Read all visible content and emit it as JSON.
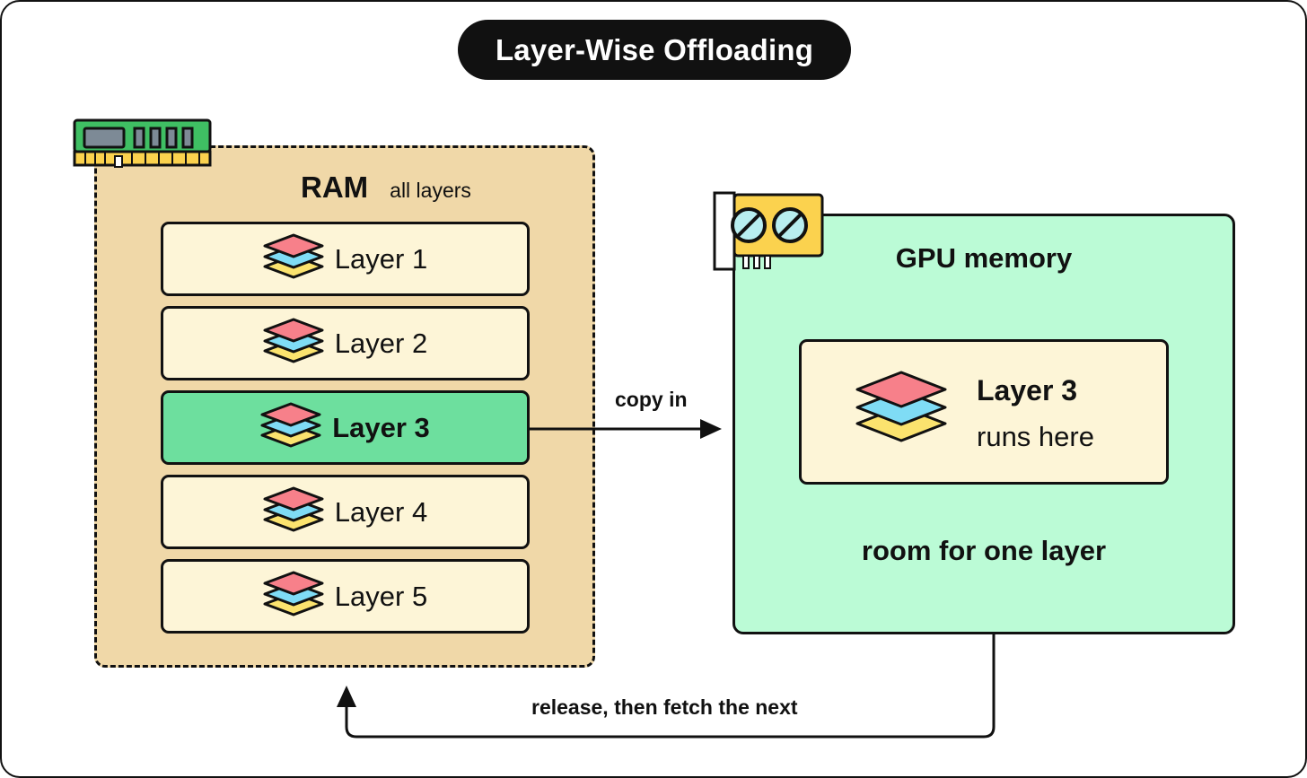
{
  "title": "Layer-Wise Offloading",
  "ram": {
    "title": "RAM",
    "subtitle": "all layers",
    "icon": "ram-stick-icon",
    "layers": [
      {
        "label": "Layer 1",
        "active": false
      },
      {
        "label": "Layer 2",
        "active": false
      },
      {
        "label": "Layer 3",
        "active": true
      },
      {
        "label": "Layer 4",
        "active": false
      },
      {
        "label": "Layer 5",
        "active": false
      }
    ]
  },
  "gpu": {
    "title": "GPU memory",
    "icon": "gpu-card-icon",
    "card": {
      "title": "Layer 3",
      "subtitle": "runs here"
    },
    "capacity_note": "room for one layer"
  },
  "arrows": {
    "copy_in": "copy in",
    "release": "release, then fetch the next"
  },
  "colors": {
    "ram_fill": "#f0d8a8",
    "layer_fill": "#fdf5d7",
    "active_layer_fill": "#6ddf9e",
    "gpu_fill": "#bbfbd6",
    "layer_icon_top": "#f7808a",
    "layer_icon_middle": "#7fdcf5",
    "layer_icon_bottom": "#fbe36e"
  }
}
